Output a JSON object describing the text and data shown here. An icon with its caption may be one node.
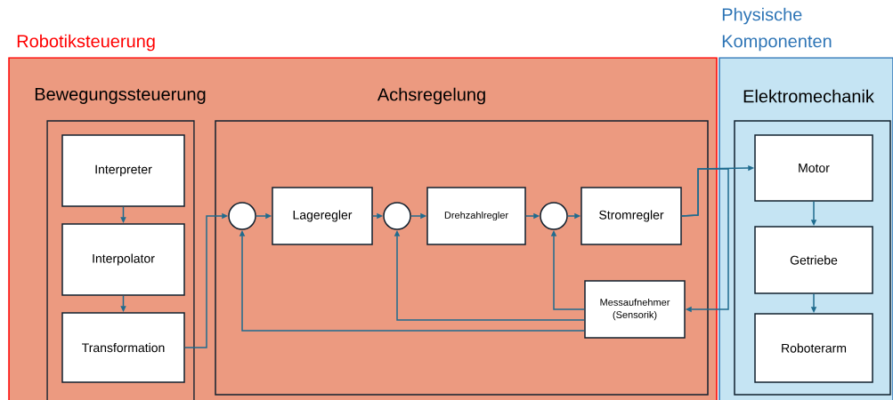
{
  "diagram": {
    "nodes": [
      {
        "text": [
          "Robotiksteuerung"
        ]
      },
      {
        "text": [
          "Bewegungssteuerung"
        ],
        "in": 0
      },
      {
        "text": [
          "Interpreter"
        ],
        "in": 1
      },
      {
        "text": [
          "Interpolator"
        ],
        "in": 1
      },
      {
        "text": [
          "Transformation"
        ],
        "in": 1
      },
      {
        "text": [
          "Achsregelung"
        ],
        "in": 0
      },
      {
        "text": [],
        "shape": "circle",
        "in": 5
      },
      {
        "text": [
          "Lageregler"
        ],
        "in": 5
      },
      {
        "text": [],
        "shape": "circle",
        "in": 5
      },
      {
        "text": [
          "Drehzahlregler"
        ],
        "in": 5
      },
      {
        "text": [],
        "shape": "circle",
        "in": 5
      },
      {
        "text": [
          "Stromregler"
        ],
        "in": 5
      },
      {
        "text": [
          "Messaufnehmer (Sensorik)"
        ],
        "in": 5
      },
      {
        "text": [
          "Physische Komponenten"
        ]
      },
      {
        "text": [
          "Elektromechanik"
        ],
        "in": 13
      },
      {
        "text": [
          "Motor"
        ],
        "in": 14
      },
      {
        "text": [
          "Getriebe"
        ],
        "in": 14
      },
      {
        "text": [
          "Roboterarm"
        ],
        "in": 14
      }
    ],
    "edges": [
      {
        "from": 2,
        "to": 3,
        "arrow": "to"
      },
      {
        "from": 3,
        "to": 4,
        "arrow": "to"
      },
      {
        "from": 4,
        "to": 6,
        "arrow": "to"
      },
      {
        "from": 6,
        "to": 7,
        "arrow": "to"
      },
      {
        "from": 7,
        "to": 8,
        "arrow": "to"
      },
      {
        "from": 8,
        "to": 9,
        "arrow": "to"
      },
      {
        "from": 9,
        "to": 10,
        "arrow": "to"
      },
      {
        "from": 10,
        "to": 11,
        "arrow": "to"
      },
      {
        "from": 11,
        "to": 15,
        "arrow": "to"
      },
      {
        "from": 11,
        "to": 12,
        "arrow": "to"
      },
      {
        "from": 12,
        "to": 10,
        "arrow": "to"
      },
      {
        "from": 12,
        "to": 8,
        "arrow": "to"
      },
      {
        "from": 12,
        "to": 6,
        "arrow": "to"
      },
      {
        "from": 15,
        "to": 16,
        "arrow": "to"
      },
      {
        "from": 16,
        "to": 17,
        "arrow": "to"
      }
    ]
  }
}
